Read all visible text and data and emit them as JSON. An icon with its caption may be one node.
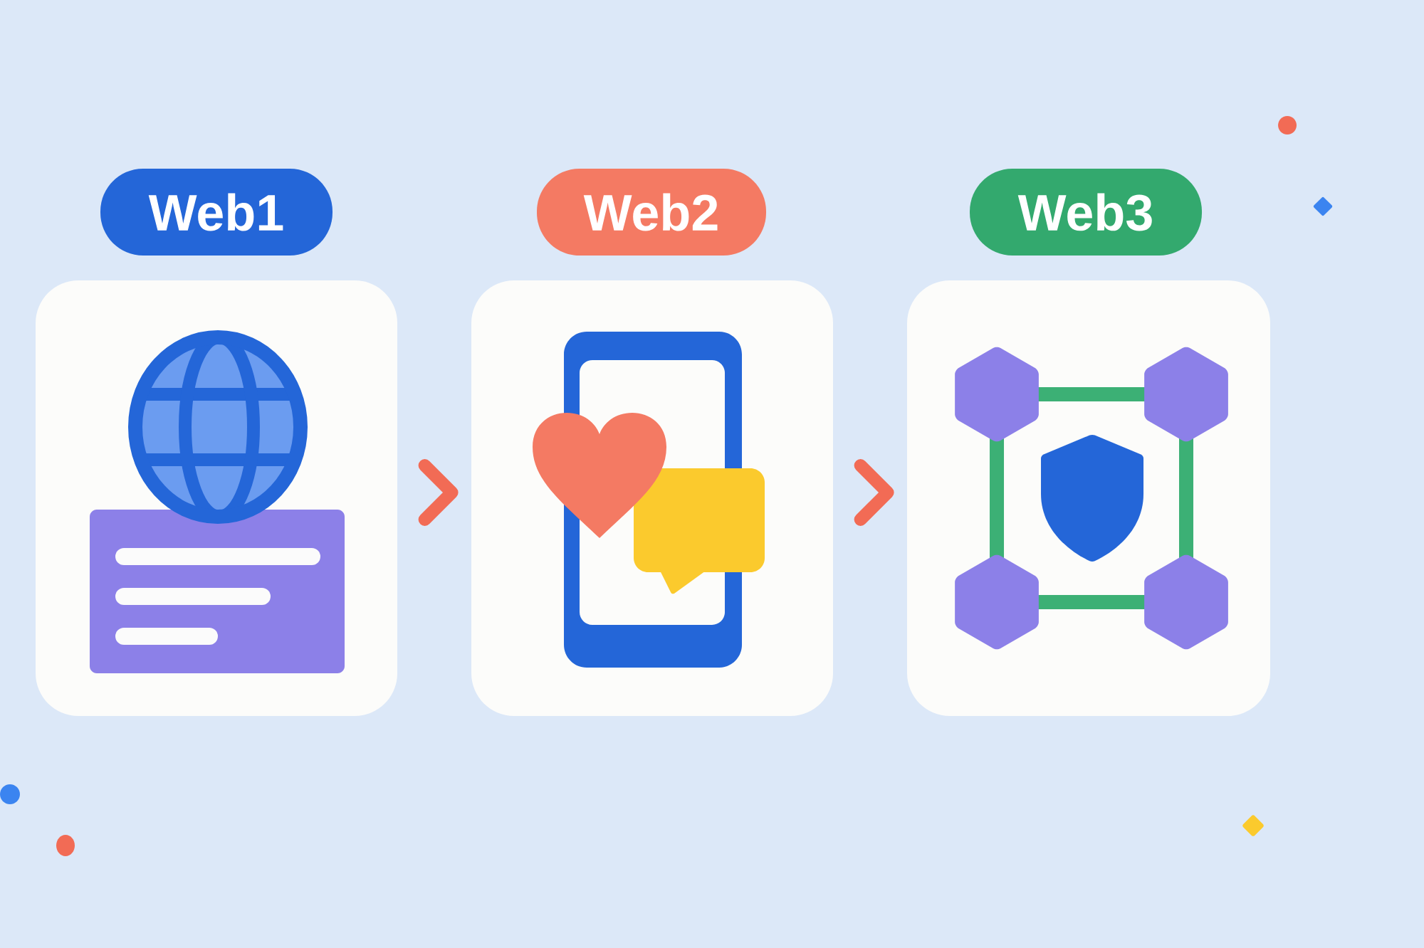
{
  "diagram": {
    "nodes": [
      {
        "text": [
          "Web1"
        ]
      },
      {
        "text": [],
        "shape": "box"
      },
      {
        "text": [
          "Web2"
        ]
      },
      {
        "text": [],
        "shape": "box"
      },
      {
        "text": [
          "Web3"
        ]
      },
      {
        "text": [],
        "shape": "box"
      }
    ],
    "edges": [
      {
        "from": 1,
        "to": 3,
        "arrow": "to"
      },
      {
        "from": 3,
        "to": 5,
        "arrow": "to"
      }
    ]
  }
}
